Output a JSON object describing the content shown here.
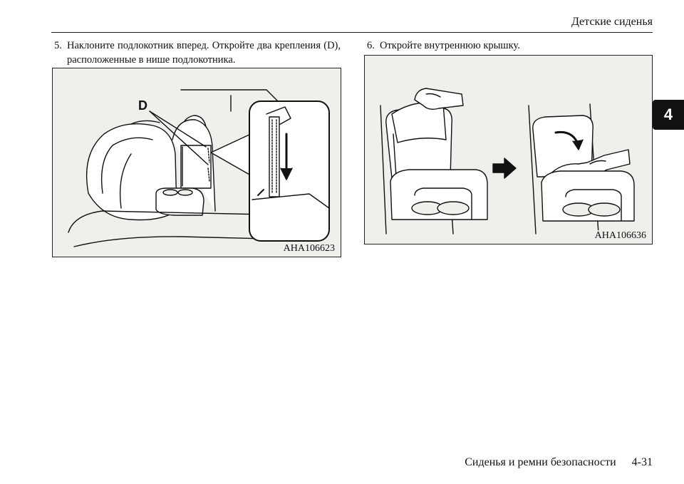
{
  "header": {
    "section_title": "Детские сиденья"
  },
  "chapter_tab": {
    "number": "4"
  },
  "steps": [
    {
      "number": "5.",
      "text": "Наклоните подлокотник вперед. Откройте два крепления (D), расположенные в нише подлокотника."
    },
    {
      "number": "6.",
      "text": "Откройте внутреннюю крышку."
    }
  ],
  "figures": {
    "left": {
      "callout": "D",
      "code": "AHA106623"
    },
    "right": {
      "code": "AHA106636"
    }
  },
  "footer": {
    "chapter_title": "Сиденья и ремни безопасности",
    "page": "4-31"
  }
}
